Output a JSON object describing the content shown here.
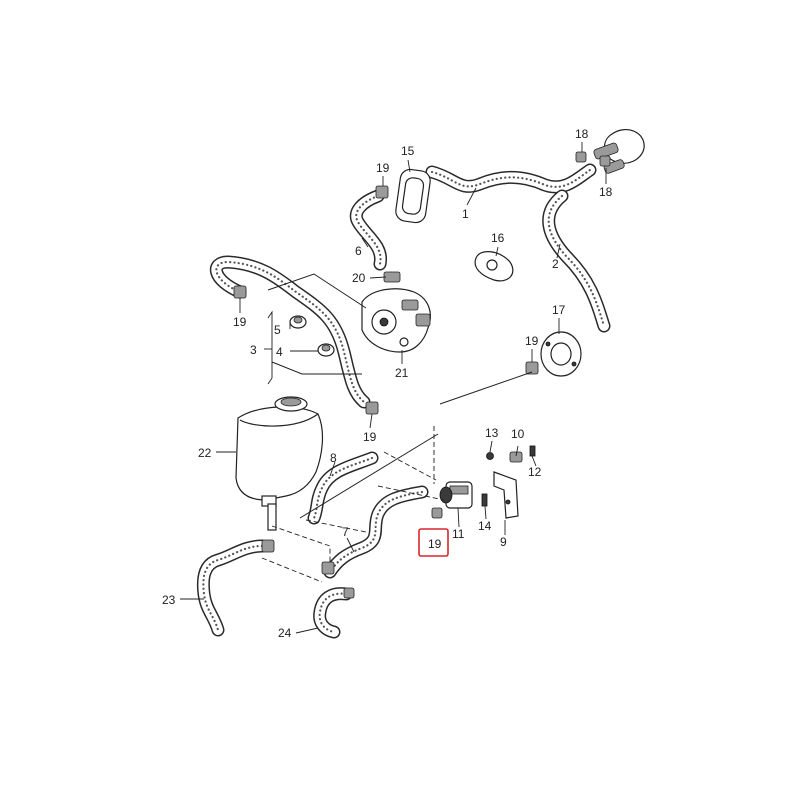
{
  "callouts": [
    {
      "id": "c1",
      "label": "1"
    },
    {
      "id": "c2",
      "label": "2"
    },
    {
      "id": "c3",
      "label": "3"
    },
    {
      "id": "c4",
      "label": "4"
    },
    {
      "id": "c5",
      "label": "5"
    },
    {
      "id": "c6",
      "label": "6"
    },
    {
      "id": "c7",
      "label": "7"
    },
    {
      "id": "c8",
      "label": "8"
    },
    {
      "id": "c9",
      "label": "9"
    },
    {
      "id": "c10",
      "label": "10"
    },
    {
      "id": "c11",
      "label": "11"
    },
    {
      "id": "c12",
      "label": "12"
    },
    {
      "id": "c13",
      "label": "13"
    },
    {
      "id": "c14",
      "label": "14"
    },
    {
      "id": "c15",
      "label": "15"
    },
    {
      "id": "c16",
      "label": "16"
    },
    {
      "id": "c17",
      "label": "17"
    },
    {
      "id": "c18a",
      "label": "18"
    },
    {
      "id": "c18b",
      "label": "18"
    },
    {
      "id": "c19a",
      "label": "19"
    },
    {
      "id": "c19b",
      "label": "19"
    },
    {
      "id": "c19c",
      "label": "19"
    },
    {
      "id": "c19d",
      "label": "19"
    },
    {
      "id": "c19e",
      "label": "19"
    },
    {
      "id": "c20",
      "label": "20"
    },
    {
      "id": "c21",
      "label": "21"
    },
    {
      "id": "c22",
      "label": "22"
    },
    {
      "id": "c23",
      "label": "23"
    },
    {
      "id": "c24",
      "label": "24"
    }
  ],
  "highlight": {
    "callout": "c19e",
    "color": "#d9262c"
  }
}
